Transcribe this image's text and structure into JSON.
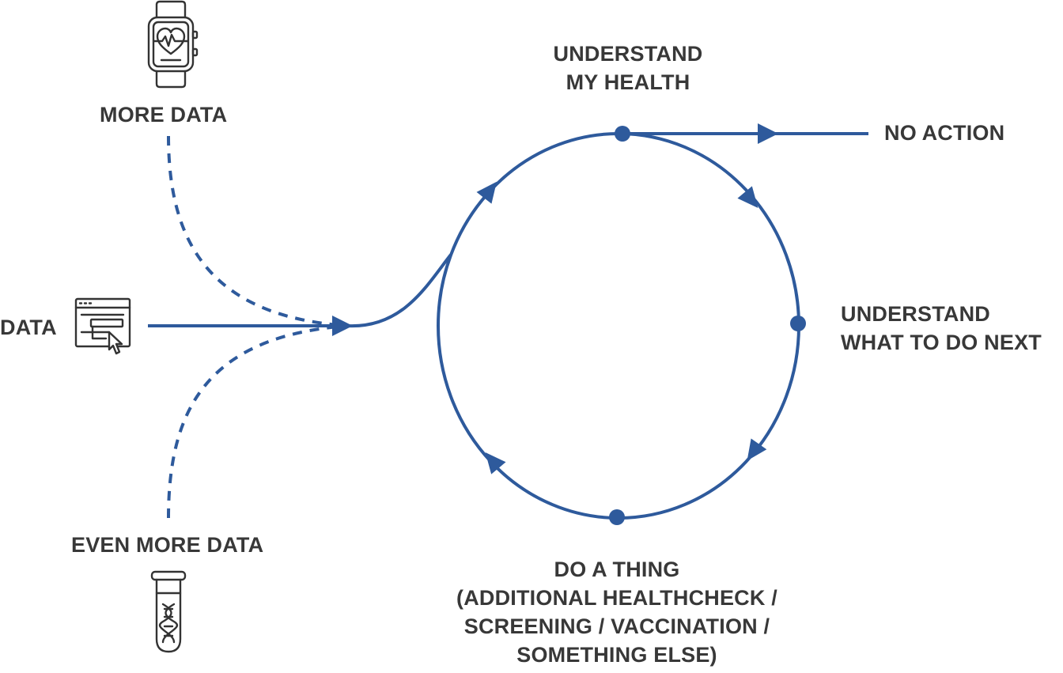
{
  "colors": {
    "accent": "#2e5a9c",
    "text": "#383838",
    "icon_stroke": "#333333"
  },
  "sources": {
    "more_data": {
      "label": "MORE DATA",
      "icon": "smartwatch-heart-icon"
    },
    "data": {
      "label": "DATA",
      "icon": "browser-click-icon"
    },
    "even_more_data": {
      "label": "EVEN MORE DATA",
      "icon": "dna-test-tube-icon"
    }
  },
  "cycle": {
    "understand_health": {
      "lines": [
        "UNDERSTAND",
        "MY HEALTH"
      ]
    },
    "understand_next": {
      "lines": [
        "UNDERSTAND",
        "WHAT TO DO NEXT"
      ]
    },
    "do_a_thing": {
      "lines": [
        "DO A THING",
        "(ADDITIONAL HEALTHCHECK /",
        "SCREENING / VACCINATION /",
        "SOMETHING ELSE)"
      ]
    },
    "no_action": {
      "label": "NO ACTION"
    }
  }
}
